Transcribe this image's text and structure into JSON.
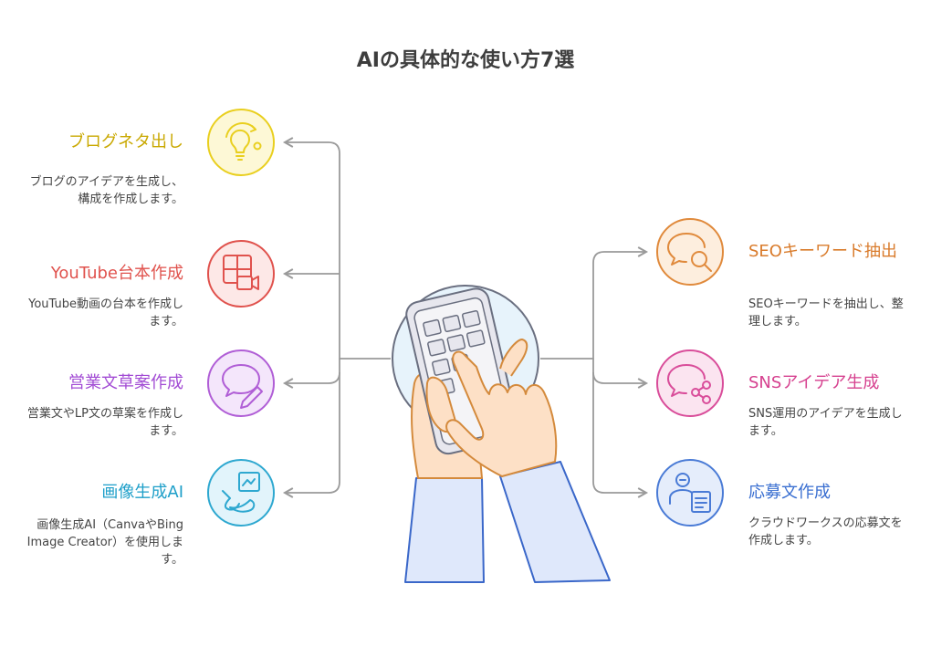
{
  "title": "AIの具体的な使い方7選",
  "items_left": [
    {
      "title": "ブログネタ出し",
      "desc": "ブログのアイデアを生成し、構成を作成します。",
      "icon": "lightbulb-icon",
      "color": "#e9cf1f"
    },
    {
      "title": "YouTube台本作成",
      "desc": "YouTube動画の台本を作成します。",
      "icon": "video-layout-icon",
      "color": "#e0524d"
    },
    {
      "title": "営業文草案作成",
      "desc": "営業文やLP文の草案を作成します。",
      "icon": "chat-pencil-icon",
      "color": "#b05ed6"
    },
    {
      "title": "画像生成AI",
      "desc": "画像生成AI（CanvaやBing Image Creator）を使用します。",
      "icon": "art-brush-icon",
      "color": "#2ea8d0"
    }
  ],
  "items_right": [
    {
      "title": "SEOキーワード抽出",
      "desc": "SEOキーワードを抽出し、整理します。",
      "icon": "chat-search-icon",
      "color": "#e08a3c"
    },
    {
      "title": "SNSアイデア生成",
      "desc": "SNS運用のアイデアを生成します。",
      "icon": "chat-share-icon",
      "color": "#d94d9a"
    },
    {
      "title": "応募文作成",
      "desc": "クラウドワークスの応募文を作成します。",
      "icon": "user-document-icon",
      "color": "#4a7bd6"
    }
  ],
  "colors": {
    "connector": "#9a9a9a",
    "hand_fill": "#fde0c6",
    "hand_stroke": "#d48a3c",
    "sleeve_fill": "#dfe8fb",
    "sleeve_stroke": "#3a67c9",
    "phone_fill": "#e7e7ee",
    "phone_stroke": "#6a6f80",
    "center_bg": "#e7f3fb"
  }
}
